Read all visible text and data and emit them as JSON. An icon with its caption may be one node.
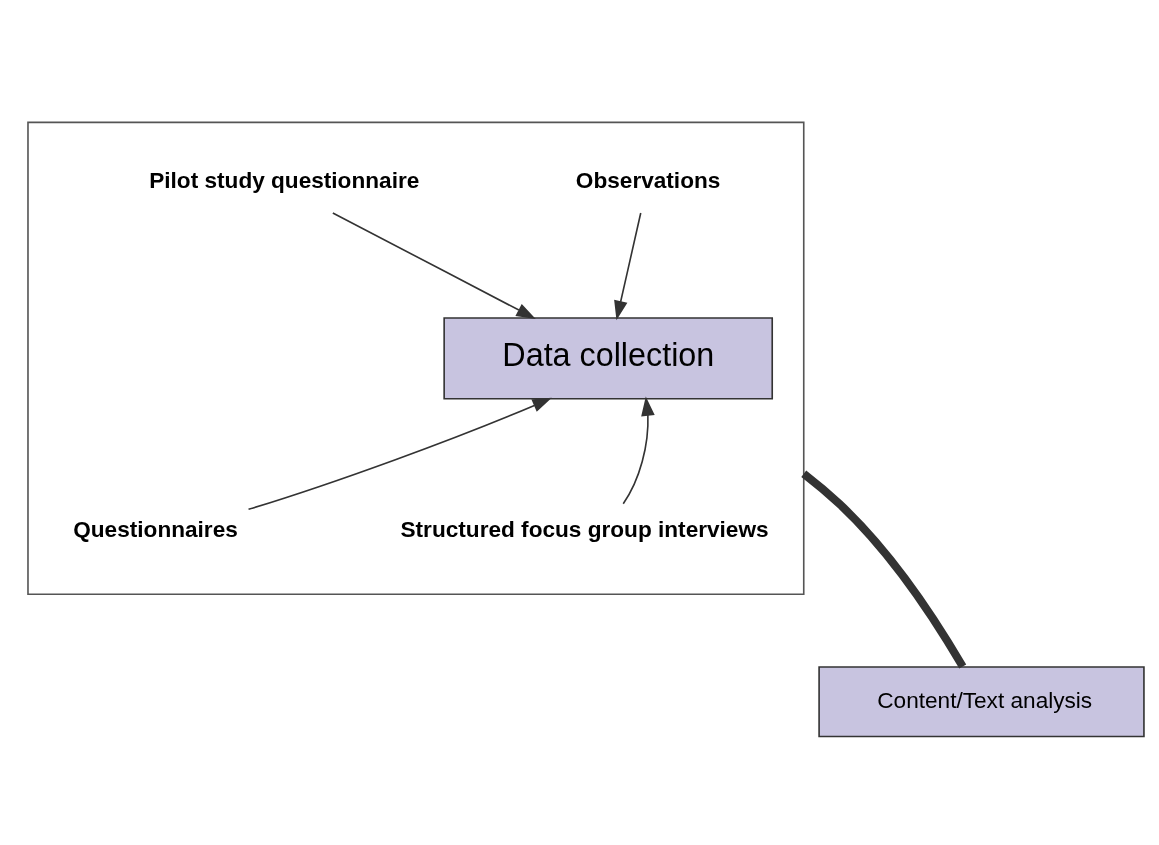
{
  "diagram": {
    "nodes": [
      {
        "text": [],
        "shape": "box"
      },
      {
        "text": [
          "Pilot study questionnaire"
        ],
        "in": 0
      },
      {
        "text": [
          "Observations"
        ],
        "in": 0
      },
      {
        "text": [
          "Data collection"
        ],
        "in": 0
      },
      {
        "text": [
          "Questionnaires"
        ],
        "in": 0
      },
      {
        "text": [
          "Structured focus group interviews"
        ],
        "in": 0
      },
      {
        "text": [
          "Content/Text analysis"
        ]
      }
    ],
    "edges": [
      {
        "from": 1,
        "to": 3,
        "arrow": "to"
      },
      {
        "from": 2,
        "to": 3,
        "arrow": "to"
      },
      {
        "from": 4,
        "to": 3,
        "arrow": "to"
      },
      {
        "from": 5,
        "to": 3,
        "arrow": "to"
      },
      {
        "from": 0,
        "to": 6,
        "arrow": "none",
        "style": "thick"
      }
    ]
  }
}
